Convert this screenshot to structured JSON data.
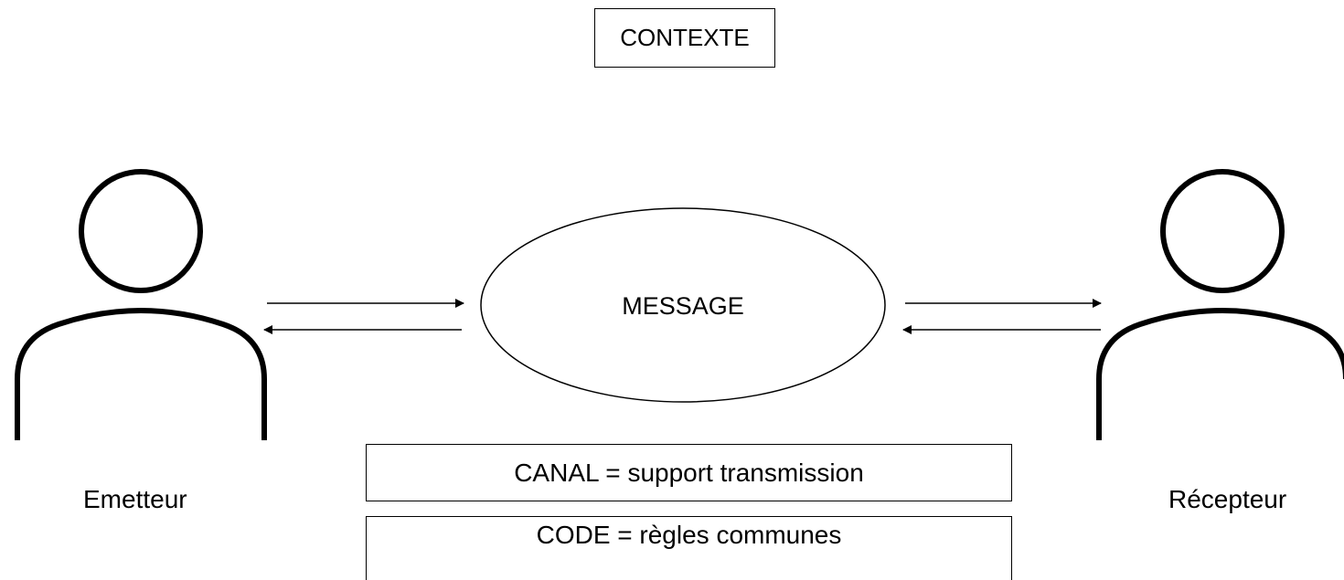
{
  "context": {
    "label": "CONTEXTE"
  },
  "message": {
    "label": "MESSAGE"
  },
  "sender": {
    "label": "Emetteur",
    "icon": "person-icon"
  },
  "receiver": {
    "label": "Récepteur",
    "icon": "person-icon"
  },
  "channel": {
    "label": "CANAL = support transmission"
  },
  "code": {
    "label": "CODE = règles communes"
  },
  "colors": {
    "stroke": "#000000",
    "background": "#ffffff"
  }
}
